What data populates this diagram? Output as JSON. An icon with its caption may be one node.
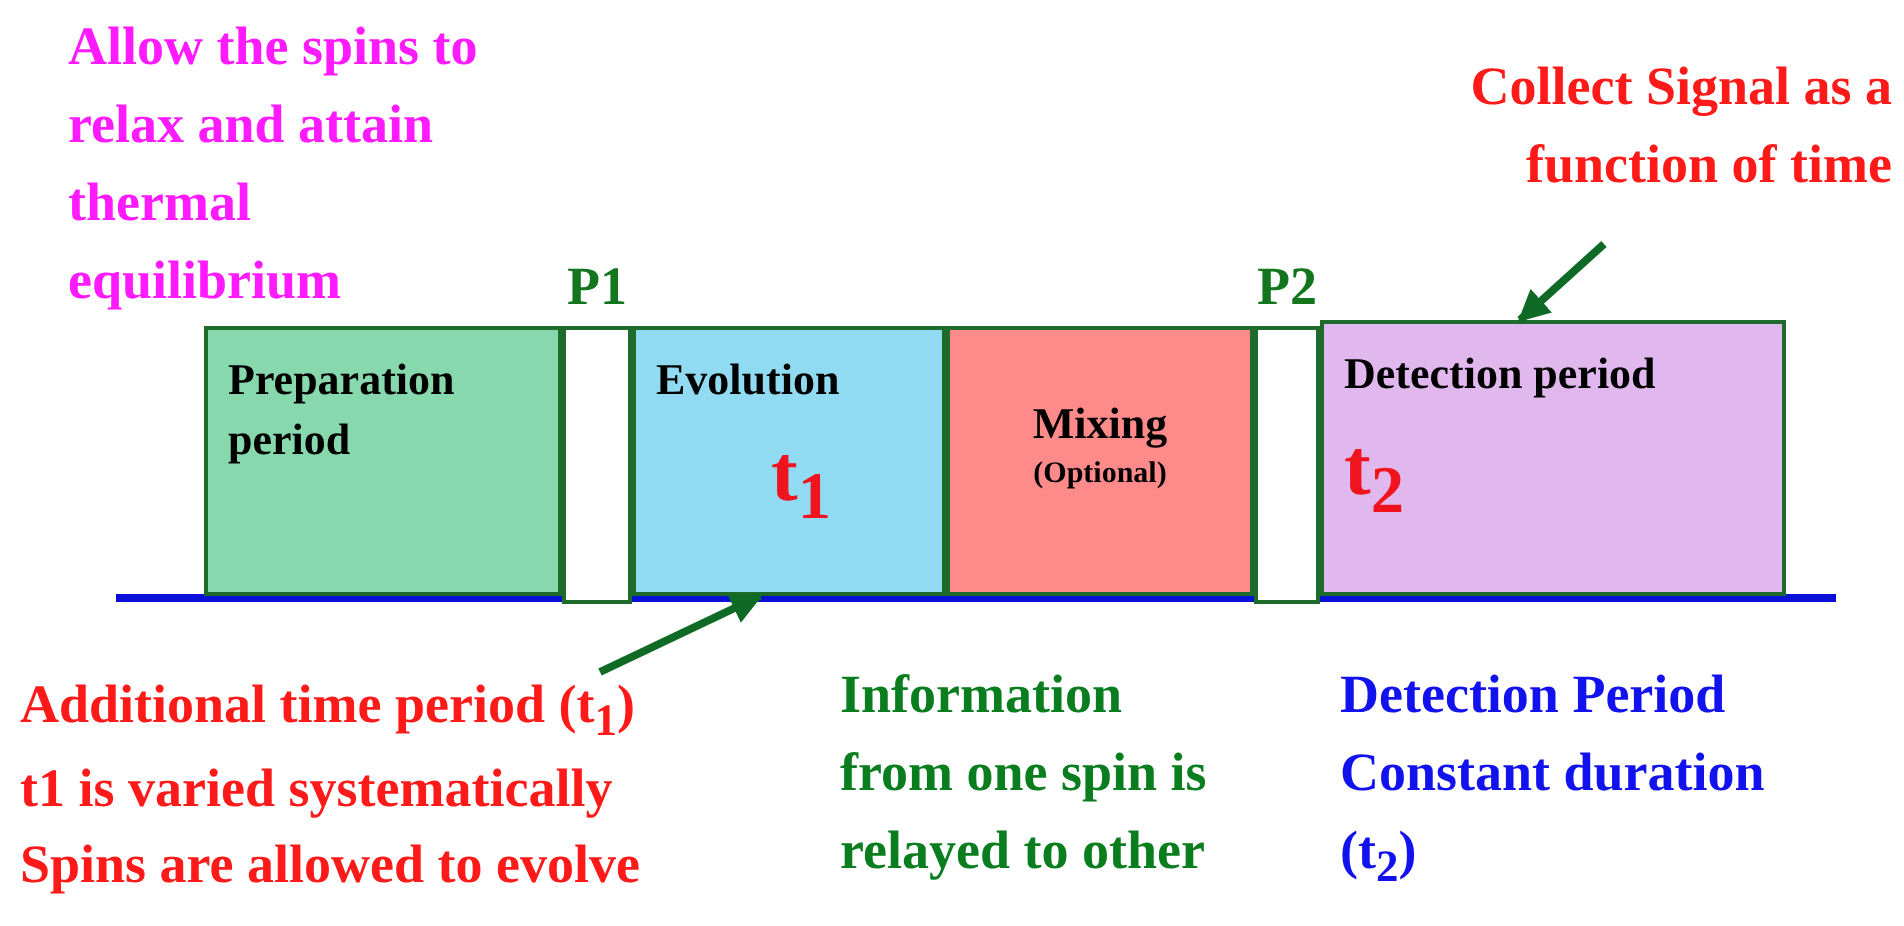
{
  "diagram": {
    "nodes": [
      {
        "text": [
          "Preparation period"
        ]
      },
      {
        "text": [
          "P1"
        ]
      },
      {
        "text": [
          "Evolution",
          "t$_{1}$"
        ]
      },
      {
        "text": [
          "Mixing",
          "(Optional)"
        ]
      },
      {
        "text": [
          "P2"
        ]
      },
      {
        "text": [
          "Detection period",
          "t$_{2}$"
        ]
      },
      {
        "text": [
          "Additional time period (t$_{1}$)",
          "t1 is varied systematically",
          "Spins are allowed to evolve"
        ]
      },
      {
        "text": [
          "Collect Signal as a function of time"
        ]
      }
    ],
    "edges": [
      {
        "from": 6,
        "to": 2,
        "arrow": "to"
      },
      {
        "from": 7,
        "to": 5,
        "arrow": "to"
      }
    ],
    "labels": [
      "Allow the spins to relax and attain thermal equilibrium",
      "Information from one spin is relayed to other",
      "Detection Period Constant duration (t$_{2}$)"
    ]
  }
}
